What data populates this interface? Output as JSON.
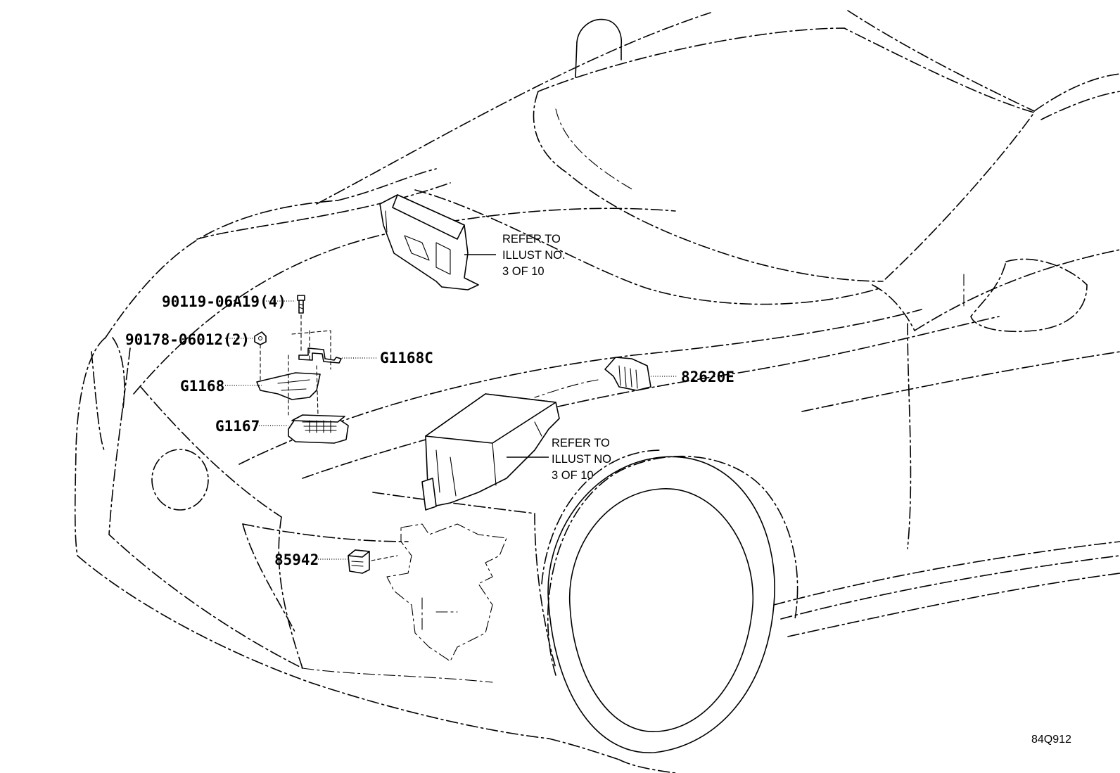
{
  "parts": {
    "bolt": "90119-06A19(4)",
    "nut": "90178-06012(2)",
    "g1168c": "G1168C",
    "g1168": "G1168",
    "g1167": "G1167",
    "p82620e": "82620E",
    "p85942": "85942"
  },
  "refer_notes": {
    "upper": {
      "line1": "REFER TO",
      "line2": "ILLUST NO.",
      "line3": "3 OF 10"
    },
    "lower": {
      "line1": "REFER TO",
      "line2": "ILLUST NO.",
      "line3": "3 OF 10"
    }
  },
  "illustration_id": "84Q912"
}
